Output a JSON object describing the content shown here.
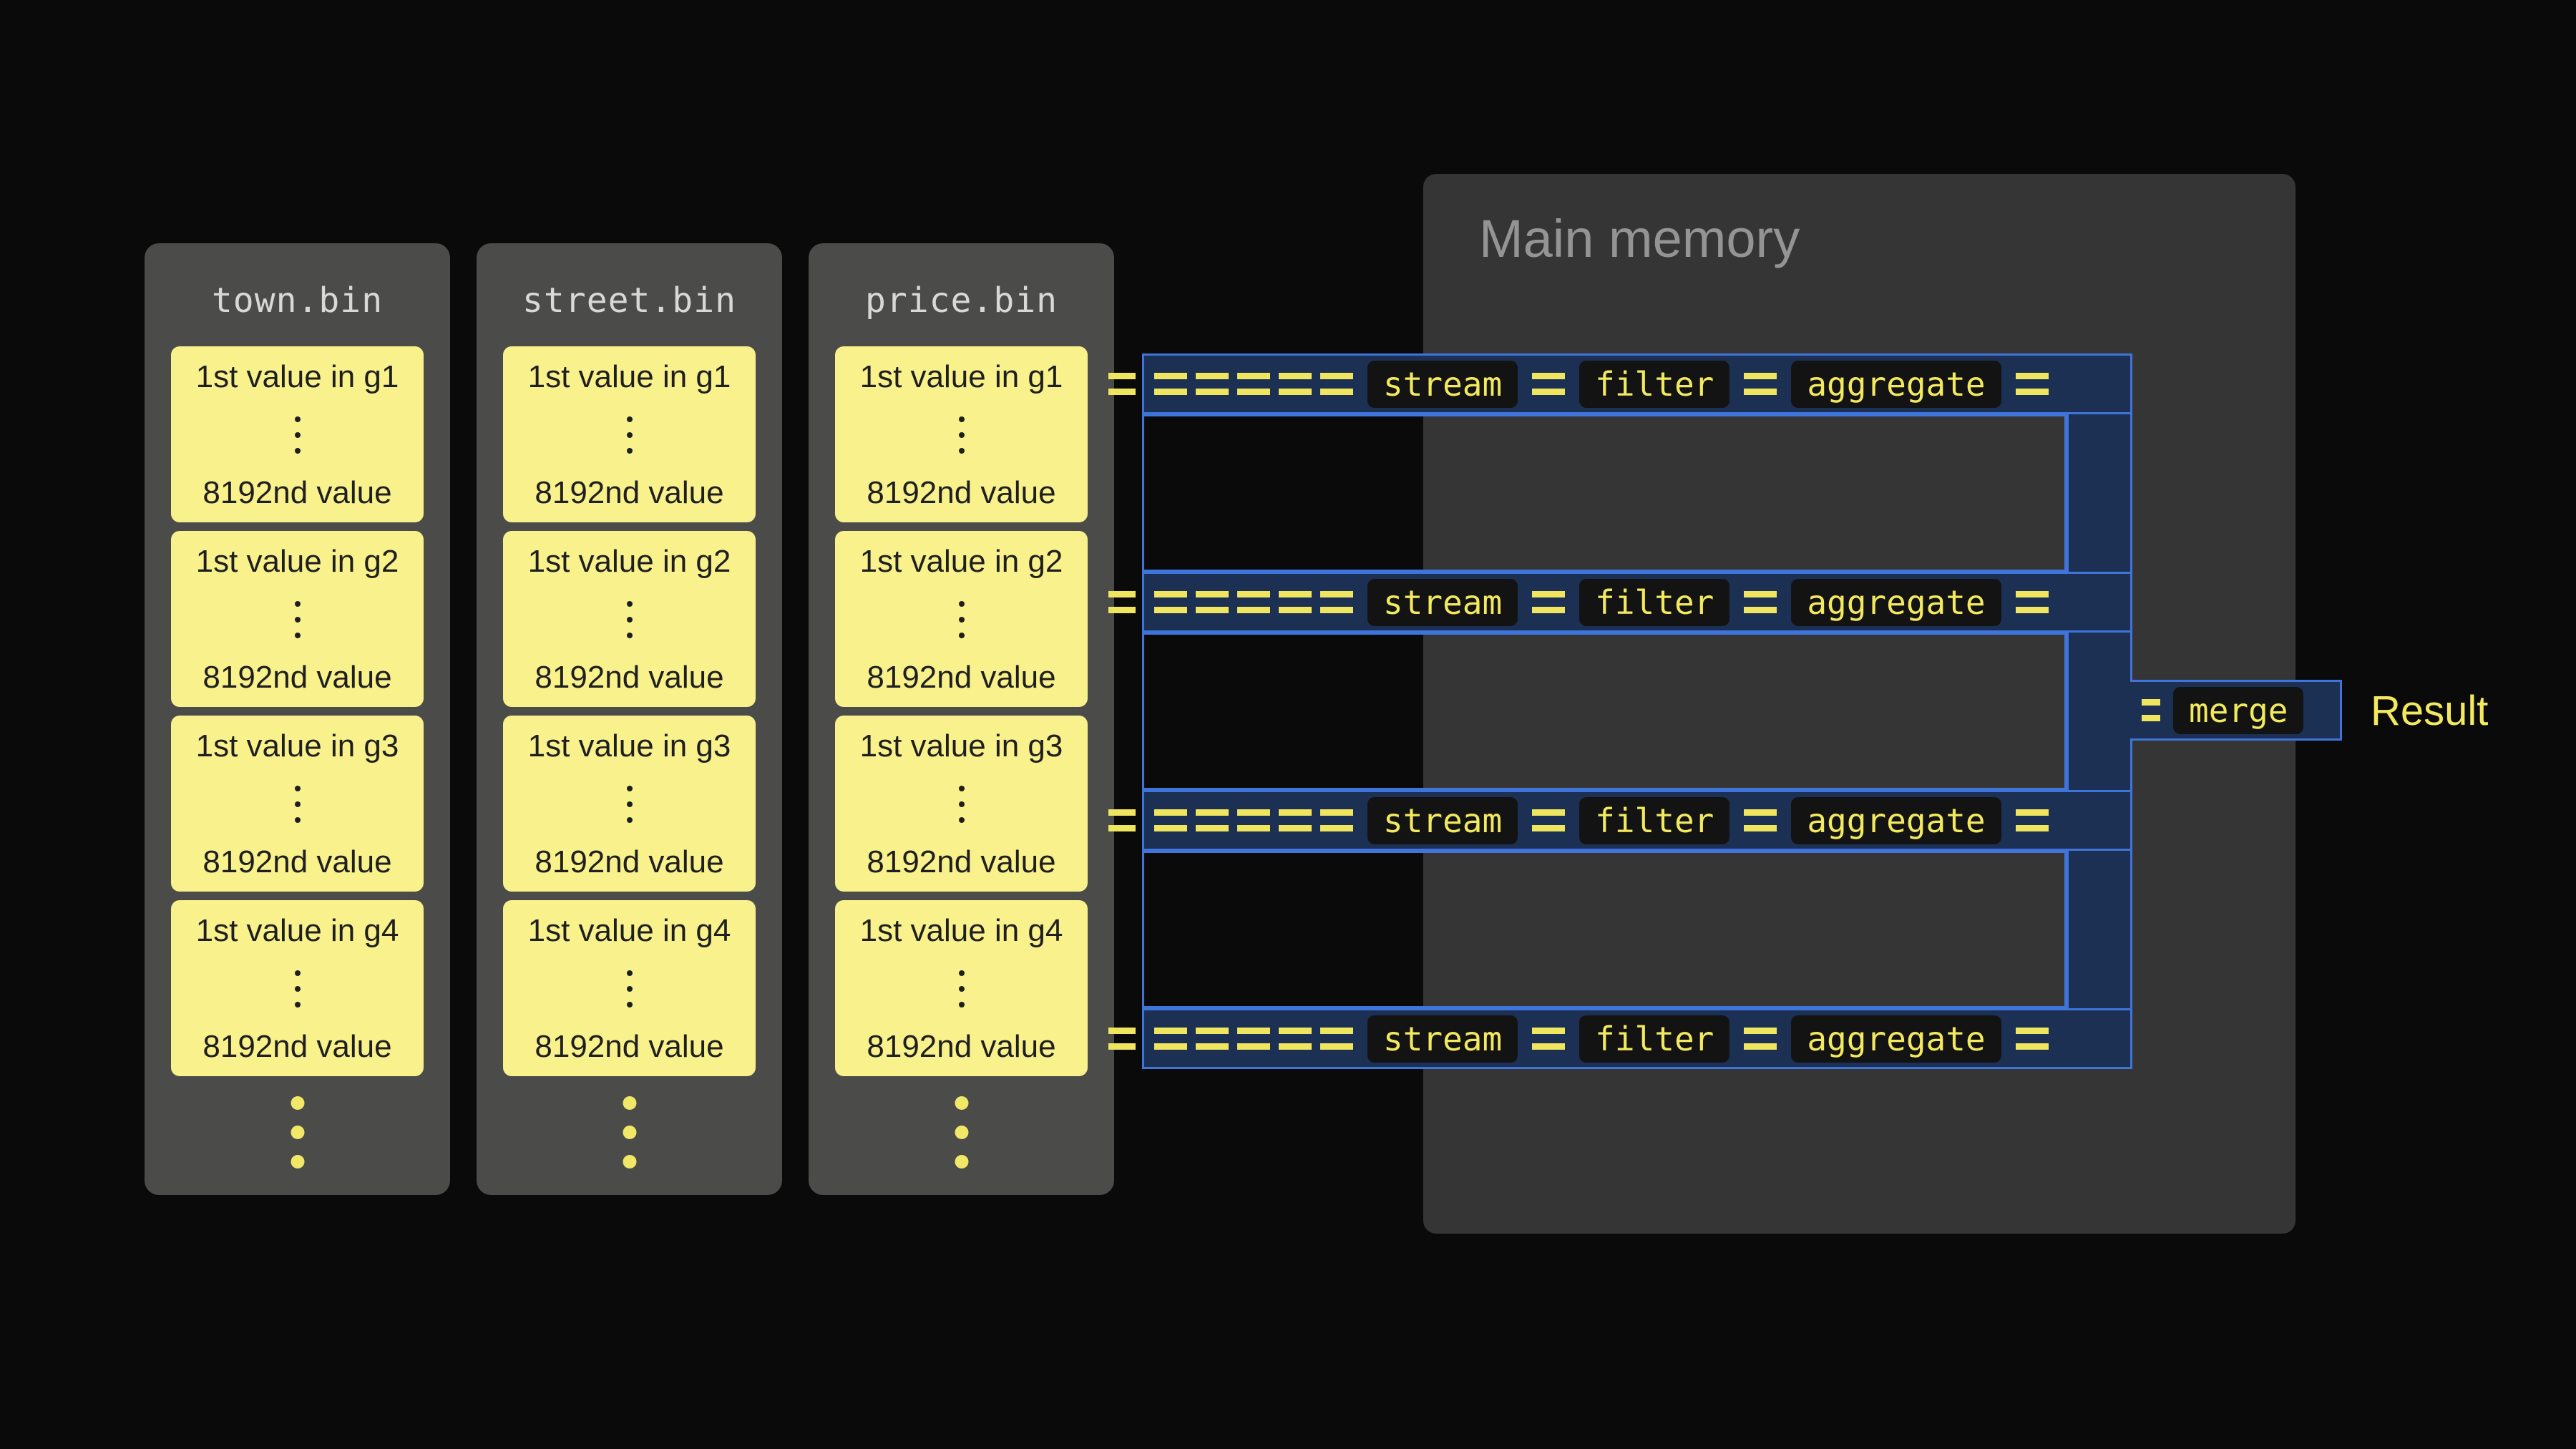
{
  "files": [
    {
      "title": "town.bin",
      "cards": [
        {
          "first": "1st value in g1",
          "last": "8192nd value"
        },
        {
          "first": "1st value in g2",
          "last": "8192nd value"
        },
        {
          "first": "1st value in g3",
          "last": "8192nd value"
        },
        {
          "first": "1st value in g4",
          "last": "8192nd value"
        }
      ]
    },
    {
      "title": "street.bin",
      "cards": [
        {
          "first": "1st value in g1",
          "last": "8192nd value"
        },
        {
          "first": "1st value in g2",
          "last": "8192nd value"
        },
        {
          "first": "1st value in g3",
          "last": "8192nd value"
        },
        {
          "first": "1st value in g4",
          "last": "8192nd value"
        }
      ]
    },
    {
      "title": "price.bin",
      "cards": [
        {
          "first": "1st value in g1",
          "last": "8192nd value"
        },
        {
          "first": "1st value in g2",
          "last": "8192nd value"
        },
        {
          "first": "1st value in g3",
          "last": "8192nd value"
        },
        {
          "first": "1st value in g4",
          "last": "8192nd value"
        }
      ]
    }
  ],
  "memory": {
    "title": "Main memory"
  },
  "pipelines": [
    {
      "stages": [
        "stream",
        "filter",
        "aggregate"
      ]
    },
    {
      "stages": [
        "stream",
        "filter",
        "aggregate"
      ]
    },
    {
      "stages": [
        "stream",
        "filter",
        "aggregate"
      ]
    },
    {
      "stages": [
        "stream",
        "filter",
        "aggregate"
      ]
    }
  ],
  "merge": {
    "label": "merge"
  },
  "result": {
    "label": "Result"
  },
  "colors": {
    "background": "#0a0a0b",
    "panel_gray": "#4b4b49",
    "memory_gray": "#353535",
    "card_yellow": "#f8f18c",
    "accent_yellow": "#efe55e",
    "pipe_fill": "#1c3054",
    "pipe_border": "#3f74da"
  }
}
